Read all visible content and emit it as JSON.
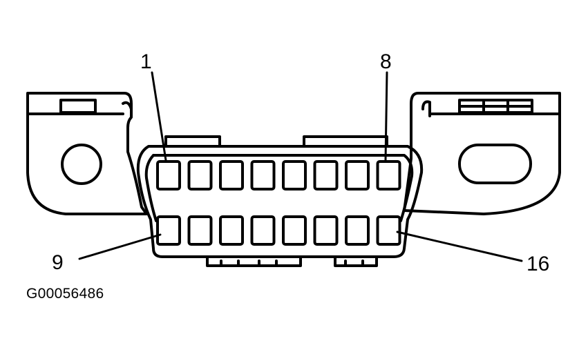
{
  "diagram": {
    "pin_labels": {
      "top_left": "1",
      "top_right": "8",
      "bottom_left": "9",
      "bottom_right": "16"
    },
    "top_row_pins": 8,
    "bottom_row_pins": 8,
    "figure_id": "G00056486"
  },
  "colors": {
    "line": "#000000",
    "background": "#ffffff"
  }
}
